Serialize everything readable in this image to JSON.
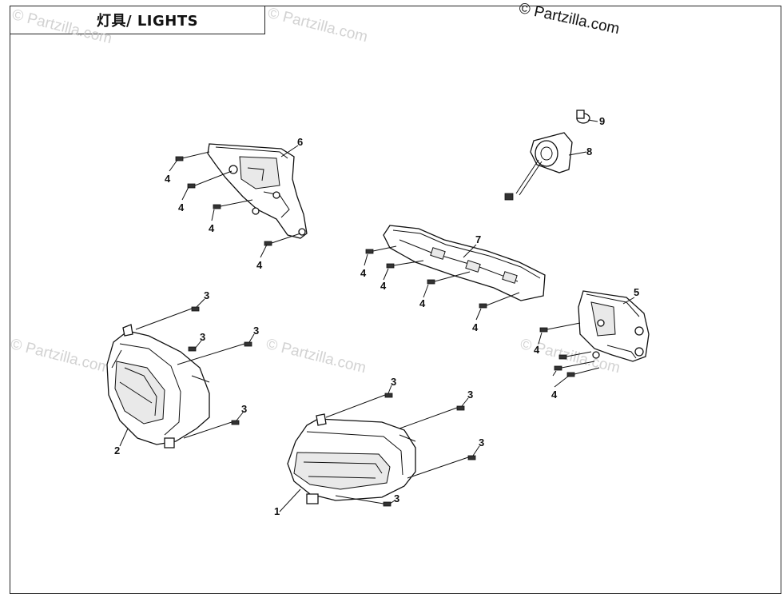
{
  "title": "灯具/ LIGHTS",
  "copyright": "© Partzilla.com",
  "watermark_text": "© Partzilla.com",
  "callouts": {
    "c1": "1",
    "c2": "2",
    "c3a": "3",
    "c3b": "3",
    "c3c": "3",
    "c3d": "3",
    "c3e": "3",
    "c3f": "3",
    "c3g": "3",
    "c3h": "3",
    "c4a": "4",
    "c4b": "4",
    "c4c": "4",
    "c4d": "4",
    "c4e": "4",
    "c4f": "4",
    "c4g": "4",
    "c4h": "4",
    "c4i": "4",
    "c4j": "4",
    "c5": "5",
    "c6": "6",
    "c7": "7",
    "c8": "8",
    "c9": "9"
  }
}
